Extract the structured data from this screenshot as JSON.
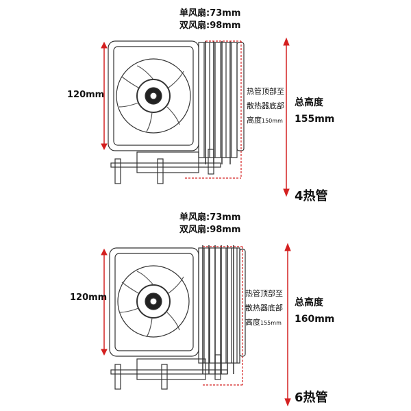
{
  "colors": {
    "dimension": "#d42020",
    "line": "#333333",
    "background": "#ffffff"
  },
  "panels": [
    {
      "single_fan_width": "单风扇:73mm",
      "dual_fan_width": "双风扇:98mm",
      "fan_size": "120mm",
      "heatpipe_note_l1": "热管顶部至",
      "heatpipe_note_l2": "散热器底部",
      "heatpipe_note_l3a": "高度",
      "heatpipe_note_l3b": "150mm",
      "total_label": "总高度",
      "total_value": "155mm",
      "heatpipes": "4热管",
      "heatpipe_count": 4
    },
    {
      "single_fan_width": "单风扇:73mm",
      "dual_fan_width": "双风扇:98mm",
      "fan_size": "120mm",
      "heatpipe_note_l1": "热管顶部至",
      "heatpipe_note_l2": "散热器底部",
      "heatpipe_note_l3a": "高度",
      "heatpipe_note_l3b": "155mm",
      "total_label": "总高度",
      "total_value": "160mm",
      "heatpipes": "6热管",
      "heatpipe_count": 6
    }
  ]
}
